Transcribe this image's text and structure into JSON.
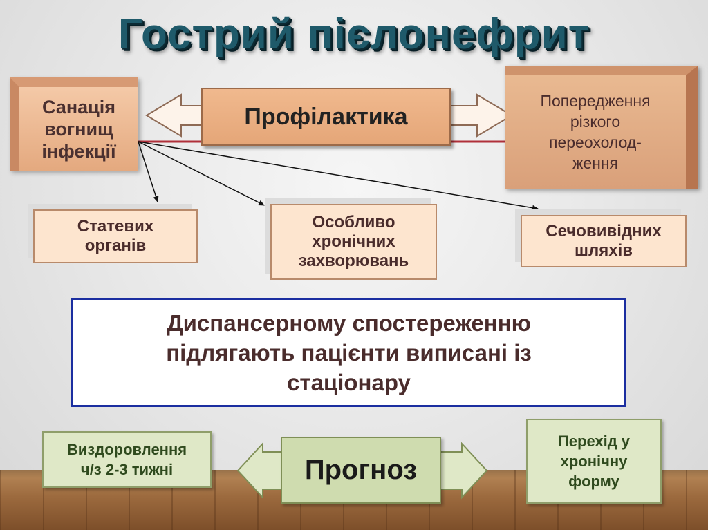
{
  "title": "Гострий  пієлонефрит",
  "left_block": {
    "lines": [
      "Санація",
      "вогнищ",
      "інфекції"
    ]
  },
  "center_label": "Профілактика",
  "right_block": {
    "lines": [
      "Попередження",
      "різкого",
      "переохолод-",
      "ження"
    ]
  },
  "sub_boxes": [
    {
      "lines": [
        "Статевих",
        "органів"
      ]
    },
    {
      "lines": [
        "Особливо",
        "хронічних",
        "захворювань"
      ]
    },
    {
      "lines": [
        "Сечовивідних",
        "шляхів"
      ]
    }
  ],
  "dispensary": {
    "lines": [
      "Диспансерному спостереженню",
      "підлягають пацієнти виписані із",
      "стаціонару"
    ]
  },
  "prognosis_label": "Прогноз",
  "left_green": {
    "lines": [
      "Виздоровлення",
      "ч/з 2-3 тижні"
    ]
  },
  "right_green": {
    "lines": [
      "Перехід у",
      "хронічну",
      "форму"
    ]
  },
  "colors": {
    "title": "#1f5a6a",
    "frame": "#1b2ea0",
    "connector": "#b0303a"
  }
}
